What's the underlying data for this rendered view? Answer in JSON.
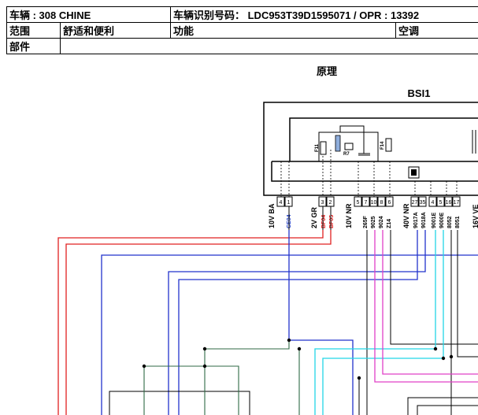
{
  "header": {
    "vehicle": "车辆 : 308 CHINE",
    "vin_label": "车辆识别号码： LDC953T39D1595071 / OPR : 13392",
    "scope_label": "范围",
    "scope_value": "舒适和便利",
    "function_label": "功能",
    "function_value": "空调",
    "part_label": "部件",
    "part_value": ""
  },
  "diagram": {
    "section_title": "原理",
    "module_name": "BSI1",
    "fuse_labels": [
      "F11",
      "F14"
    ],
    "relay_label": "R7",
    "connector_labels": [
      "10V BA",
      "2V GR",
      "10V NR",
      "40V NR",
      "16V VE"
    ],
    "pin_numbers": [
      "4",
      "1",
      "3",
      "2",
      "5",
      "7",
      "10",
      "8",
      "6",
      "27",
      "35",
      "4",
      "5",
      "16",
      "17"
    ],
    "wire_labels": [
      "CE04",
      "BF04",
      "BF05",
      "265F",
      "9025",
      "9024",
      "Z14",
      "9017A",
      "9018A",
      "9001E",
      "9000E",
      "8052",
      "8051"
    ]
  }
}
